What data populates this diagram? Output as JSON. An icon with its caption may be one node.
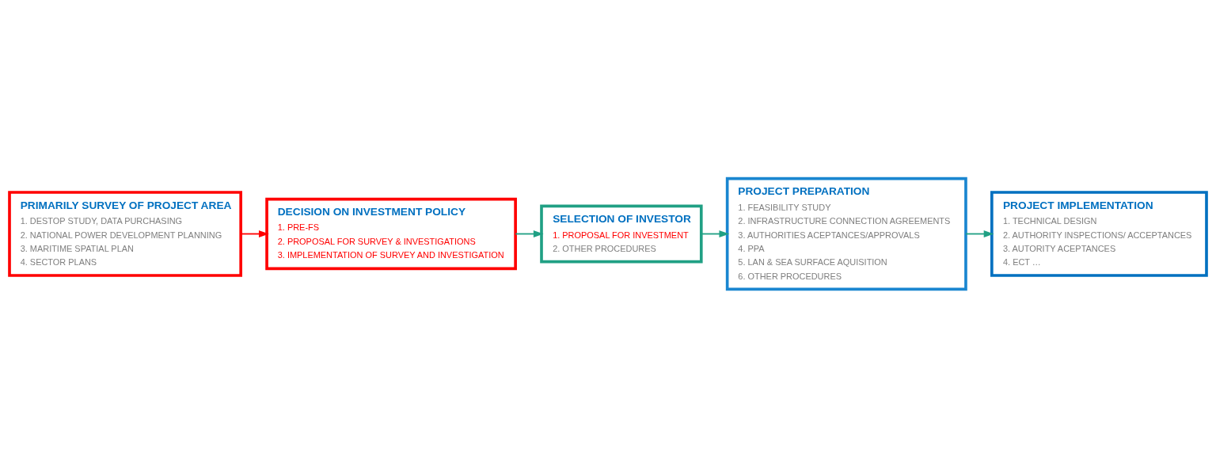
{
  "diagram": {
    "nodes": [
      {
        "text": [
          "PRIMARILY SURVEY OF PROJECT AREA",
          "1. DESTOP STUDY, DATA PURCHASING",
          "2. NATIONAL POWER DEVELOPMENT PLANNING",
          "3. MARITIME SPATIAL PLAN",
          "4. SECTOR PLANS"
        ]
      },
      {
        "text": [
          "DECISION ON INVESTMENT POLICY",
          "1. PRE-FS",
          "2. PROPOSAL FOR SURVEY & INVESTIGATIONS",
          "3. IMPLEMENTATION OF SURVEY AND INVESTIGATION"
        ]
      },
      {
        "text": [
          "SELECTION OF INVESTOR",
          "1. PROPOSAL FOR INVESTMENT",
          "2. OTHER PROCEDURES"
        ]
      },
      {
        "text": [
          "PROJECT PREPARATION",
          "1. FEASIBILITY STUDY",
          "2. INFRASTRUCTURE CONNECTION AGREEMENTS",
          "3. AUTHORITIES ACEPTANCES/APPROVALS",
          "4. PPA",
          "5. LAN & SEA SURFACE AQUISITION",
          "6. OTHER PROCEDURES"
        ]
      },
      {
        "text": [
          "PROJECT IMPLEMENTATION",
          "1. TECHNICAL DESIGN",
          "2. AUTHORITY INSPECTIONS/ ACCEPTANCES",
          "3. AUTORITY ACEPTANCES",
          "4. ECT …"
        ]
      }
    ],
    "edges": [
      {
        "from": 0,
        "to": 1,
        "arrow": "to",
        "color": "#ff0000"
      },
      {
        "from": 1,
        "to": 2,
        "arrow": "to"
      },
      {
        "from": 2,
        "to": 3,
        "arrow": "to"
      },
      {
        "from": 3,
        "to": 4,
        "arrow": "to"
      }
    ]
  }
}
